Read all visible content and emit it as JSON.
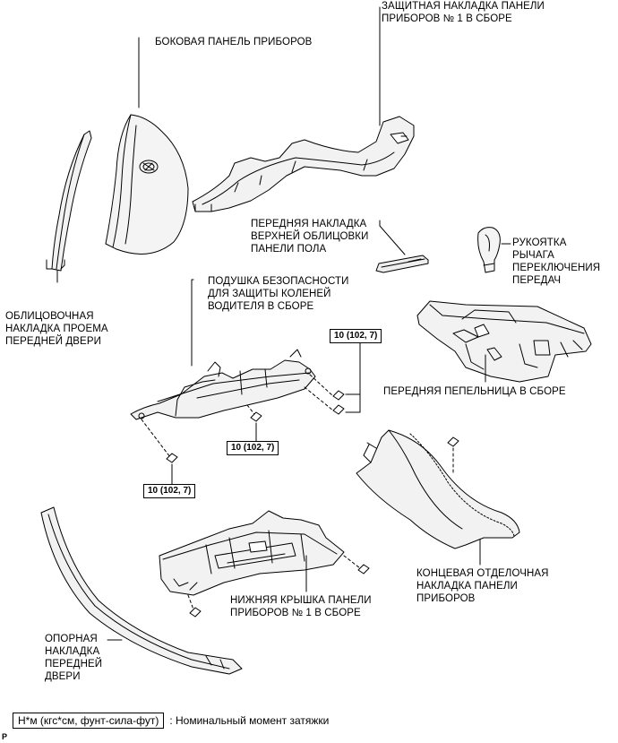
{
  "labels": {
    "protective_cover": "ЗАЩИТНАЯ НАКЛАДКА ПАНЕЛИ\nПРИБОРОВ № 1 В СБОРЕ",
    "side_panel": "БОКОВАЯ ПАНЕЛЬ ПРИБОРОВ",
    "front_floor_trim": "ПЕРЕДНЯЯ НАКЛАДКА\nВЕРХНЕЙ ОБЛИЦОВКИ\nПАНЕЛИ ПОЛА",
    "shift_knob": "РУКОЯТКА\nРЫЧАГА\nПЕРЕКЛЮЧЕНИЯ\nПЕРЕДАЧ",
    "door_opening_trim": "ОБЛИЦОВОЧНАЯ\nНАКЛАДКА ПРОЕМА\nПЕРЕДНЕЙ ДВЕРИ",
    "knee_airbag": "ПОДУШКА БЕЗОПАСНОСТИ\nДЛЯ ЗАЩИТЫ КОЛЕНЕЙ\nВОДИТЕЛЯ В СБОРЕ",
    "ashtray": "ПЕРЕДНЯЯ ПЕПЕЛЬНИЦА В СБОРЕ",
    "end_trim": "КОНЦЕВАЯ ОТДЕЛОЧНАЯ\nНАКЛАДКА ПАНЕЛИ\nПРИБОРОВ",
    "lower_cover": "НИЖНЯЯ КРЫШКА ПАНЕЛИ\nПРИБОРОВ № 1 В СБОРЕ",
    "door_scuff": "ОПОРНАЯ\nНАКЛАДКА\nПЕРЕДНЕЙ\nДВЕРИ"
  },
  "torque": {
    "value_1": "10 (102, 7)",
    "value_2": "10 (102, 7)",
    "value_3": "10 (102, 7)"
  },
  "legend": {
    "box": "Н*м (кгс*см, фунт-сила-фут)",
    "text": ": Номинальный момент затяжки"
  },
  "figure_code": "P"
}
